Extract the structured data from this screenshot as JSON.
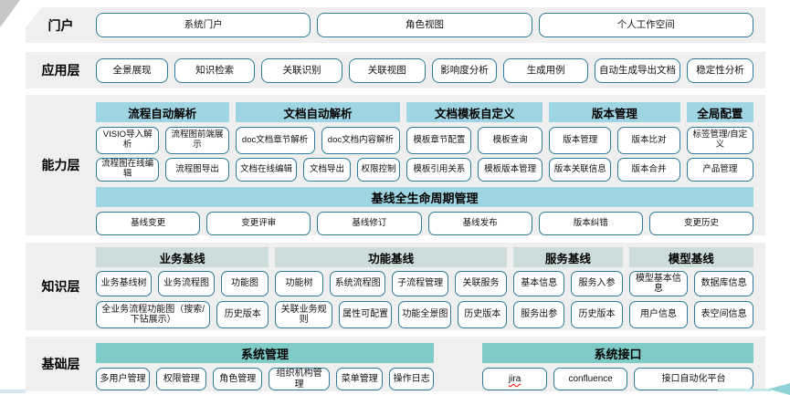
{
  "colors": {
    "band_bg": "#efefef",
    "header_blue": "#9fd4e3",
    "header_gray": "#cbdcda",
    "header_teal": "#7ecbc8",
    "node_border": "#2e7b9b",
    "corner_gray": "#c6c6c6",
    "bottom_strip": "#d4e6f4",
    "arrow": "#8ed1d7",
    "arrow_line": "#c6e7ea"
  },
  "decorations": {
    "misspelled_item": "jira"
  },
  "layers": {
    "portal": {
      "label": "门户",
      "items": [
        "系统门户",
        "角色视图",
        "个人工作空间"
      ]
    },
    "application": {
      "label": "应用层",
      "items": [
        "全景展现",
        "知识检索",
        "关联识别",
        "关联视图",
        "影响度分析",
        "生成用例",
        "自动生成导出文档",
        "稳定性分析"
      ]
    },
    "capability": {
      "label": "能力层",
      "groups": [
        {
          "title": "流程自动解析",
          "rows": [
            [
              "VISIO导入解析",
              "流程图前端展示"
            ],
            [
              "流程图在线编辑",
              "流程图导出"
            ]
          ]
        },
        {
          "title": "文档自动解析",
          "rows": [
            [
              "doc文档章节解析",
              "doc文档内容解析"
            ],
            [
              "文档在线编辑",
              "文档导出",
              "权限控制"
            ]
          ]
        },
        {
          "title": "文档模板自定义",
          "rows": [
            [
              "模板章节配置",
              "模板查询"
            ],
            [
              "模板引用关系",
              "模板版本管理"
            ]
          ]
        },
        {
          "title": "版本管理",
          "rows": [
            [
              "版本管理",
              "版本比对"
            ],
            [
              "版本关联信息",
              "版本合并"
            ]
          ]
        },
        {
          "title": "全局配置",
          "rows": [
            [
              "标签管理/自定义"
            ],
            [
              "产品管理"
            ]
          ]
        }
      ],
      "baseline": {
        "title": "基线全生命周期管理",
        "items": [
          "基线变更",
          "变更评审",
          "基线修订",
          "基线发布",
          "版本纠错",
          "变更历史"
        ]
      }
    },
    "knowledge": {
      "label": "知识层",
      "groups": [
        {
          "title": "业务基线",
          "rows": [
            [
              "业务基线树",
              "业务流程图",
              "功能图"
            ],
            [
              "全业务流程功能图（搜索/下钻展示）",
              "历史版本"
            ]
          ]
        },
        {
          "title": "功能基线",
          "rows": [
            [
              "功能树",
              "系统流程图",
              "子流程管理",
              "关联服务"
            ],
            [
              "关联业务规则",
              "属性可配置",
              "功能全景图",
              "历史版本"
            ]
          ]
        },
        {
          "title": "服务基线",
          "rows": [
            [
              "基本信息",
              "服务入参"
            ],
            [
              "服务出参",
              "历史版本"
            ]
          ]
        },
        {
          "title": "模型基线",
          "rows": [
            [
              "模型基本信息",
              "数据库信息"
            ],
            [
              "用户信息",
              "表空间信息"
            ]
          ]
        }
      ]
    },
    "foundation": {
      "label": "基础层",
      "groups": [
        {
          "title": "系统管理",
          "rows": [
            [
              "多用户管理",
              "权限管理",
              "角色管理",
              "组织机构管理",
              "菜单管理",
              "操作日志"
            ]
          ]
        },
        {
          "title": "系统接口",
          "rows": [
            [
              "jira",
              "confluence",
              "接口自动化平台"
            ]
          ]
        }
      ]
    }
  }
}
